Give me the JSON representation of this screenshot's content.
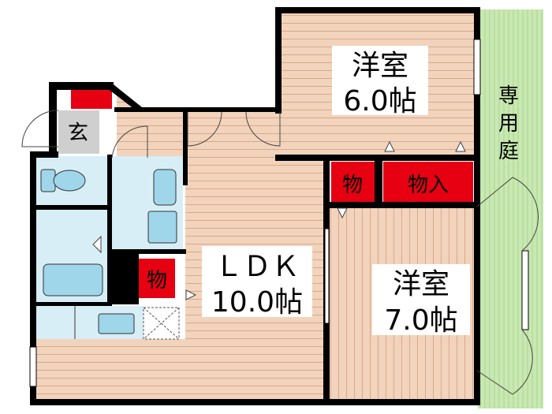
{
  "rooms": {
    "western_upper": {
      "name": "洋室",
      "size": "6.0帖"
    },
    "western_lower": {
      "name": "洋室",
      "size": "7.0帖"
    },
    "ldk": {
      "name": "ＬＤＫ",
      "size": "10.0帖"
    }
  },
  "storage": {
    "closet_upper": "物",
    "closet_entry": "物入",
    "closet_ldk": "物"
  },
  "entrance": "玄",
  "garden": [
    "専",
    "用",
    "庭"
  ],
  "colors": {
    "wood_floor": "#f2d3bc",
    "wood_line": "#d9a98e",
    "garden": "#c9e8b2",
    "garden_line": "#a9d88e",
    "wet_area": "#d8eef7",
    "fixture": "#9fd6ea",
    "storage": "#e60012",
    "wall": "#000000",
    "entrance_floor": "#cfcfcf"
  }
}
